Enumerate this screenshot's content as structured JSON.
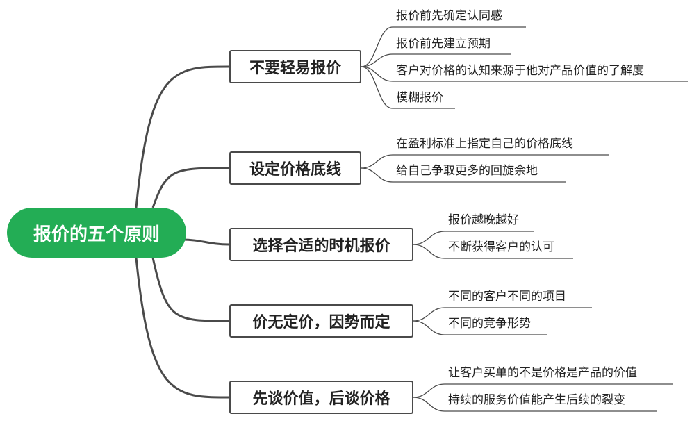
{
  "root": {
    "label": "报价的五个原则"
  },
  "branches": [
    {
      "label": "不要轻易报价",
      "items": [
        "报价前先确定认同感",
        "报价前先建立预期",
        "客户对价格的认知来源于他对产品价值的了解度",
        "模糊报价"
      ]
    },
    {
      "label": "设定价格底线",
      "items": [
        "在盈利标准上指定自己的价格底线",
        "给自己争取更多的回旋余地"
      ]
    },
    {
      "label": "选择合适的时机报价",
      "items": [
        "报价越晚越好",
        "不断获得客户的认可"
      ]
    },
    {
      "label": "价无定价，因势而定",
      "items": [
        "不同的客户不同的项目",
        "不同的竞争形势"
      ]
    },
    {
      "label": "先谈价值，后谈价格",
      "items": [
        "让客户买单的不是价格是产品的价值",
        "持续的服务价值能产生后续的裂变"
      ]
    }
  ],
  "colors": {
    "root_fill": "#23ad55",
    "line": "#4a4a4a",
    "text": "#222222"
  }
}
